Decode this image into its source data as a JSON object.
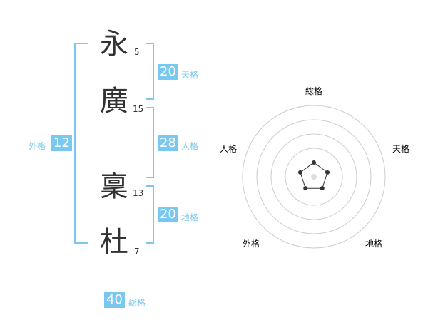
{
  "name": {
    "chars": [
      {
        "char": "永",
        "strokes": "5"
      },
      {
        "char": "廣",
        "strokes": "15"
      },
      {
        "char": "稟",
        "strokes": "13"
      },
      {
        "char": "杜",
        "strokes": "7"
      }
    ]
  },
  "kakusu": {
    "tenkaku": {
      "value": "20",
      "label": "天格"
    },
    "jinkaku": {
      "value": "28",
      "label": "人格"
    },
    "chikaku": {
      "value": "20",
      "label": "地格"
    },
    "gaikaku": {
      "value": "12",
      "label": "外格"
    },
    "soukaku": {
      "value": "40",
      "label": "総格"
    }
  },
  "radar": {
    "axes": [
      "総格",
      "天格",
      "地格",
      "外格",
      "人格"
    ],
    "values": [
      1.0,
      1.0,
      1.0,
      1.0,
      1.0
    ],
    "max": 5,
    "rings": 4,
    "colors": {
      "ring": "#cccccc",
      "polygon": "#333333",
      "center": "#dddddd"
    }
  },
  "colors": {
    "accent": "#78c8f0",
    "text": "#333333"
  }
}
